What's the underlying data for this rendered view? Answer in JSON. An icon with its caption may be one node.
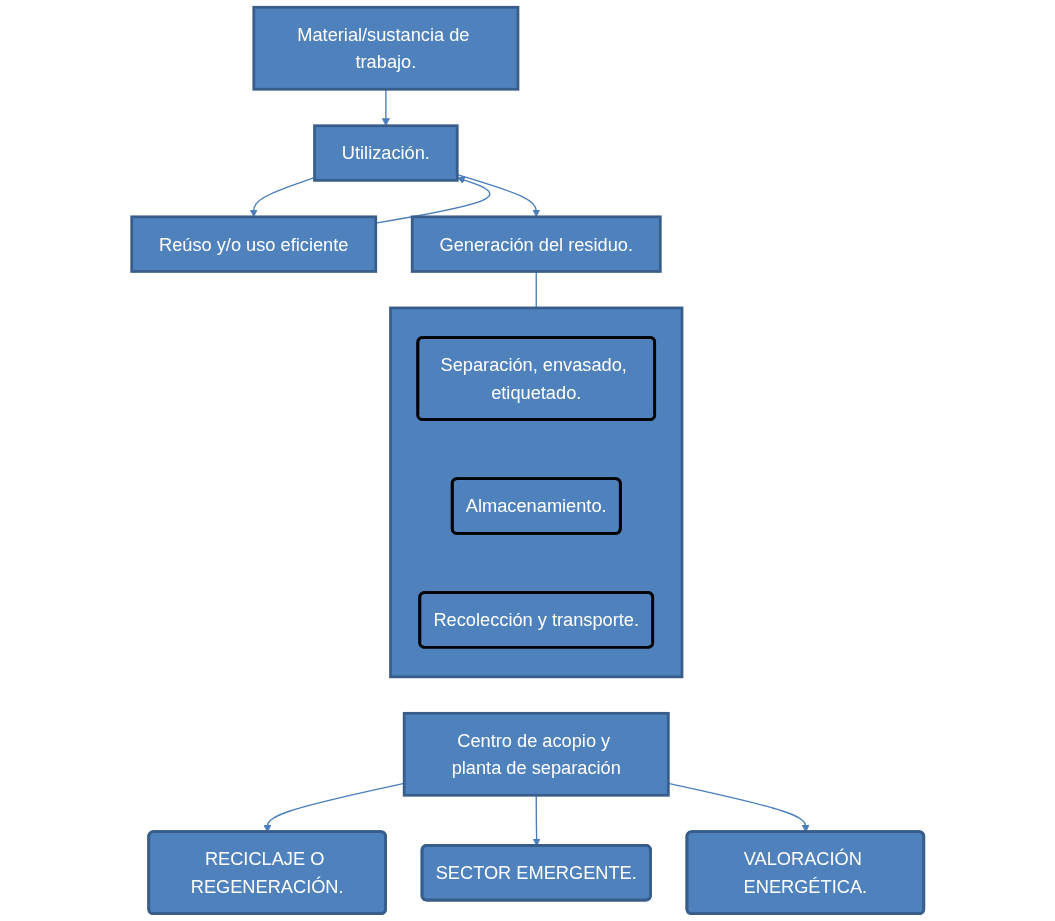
{
  "diagram": {
    "nodes": [
      {
        "text": [
          "Material/sustancia de trabajo."
        ]
      },
      {
        "text": [
          "Utilización."
        ]
      },
      {
        "text": [
          "Reúso y/o uso eficiente"
        ]
      },
      {
        "text": [
          "Generación del residuo."
        ]
      },
      {
        "text": [],
        "shape": "box"
      },
      {
        "text": [
          "Separación, envasado, etiquetado."
        ],
        "in": 4
      },
      {
        "text": [
          "Almacenamiento."
        ],
        "in": 4
      },
      {
        "text": [
          "Recolección y transporte."
        ],
        "in": 4
      },
      {
        "text": [
          "Centro de acopio y planta de separación"
        ]
      },
      {
        "text": [
          "RECICLAJE O REGENERACIÓN."
        ]
      },
      {
        "text": [
          "SECTOR EMERGENTE."
        ]
      },
      {
        "text": [
          "VALORACIÓN ENERGÉTICA."
        ]
      }
    ],
    "edges": [
      {
        "from": 0,
        "to": 1,
        "arrow": "to"
      },
      {
        "from": 2,
        "to": 1,
        "arrow": "to"
      },
      {
        "from": 1,
        "to": 3,
        "arrow": "to"
      },
      {
        "from": 1,
        "to": 2,
        "arrow": "to"
      },
      {
        "from": 3,
        "to": 4,
        "arrow": "none"
      },
      {
        "from": 8,
        "to": 9,
        "arrow": "to"
      },
      {
        "from": 8,
        "to": 10,
        "arrow": "to"
      },
      {
        "from": 8,
        "to": 11,
        "arrow": "to"
      }
    ]
  }
}
